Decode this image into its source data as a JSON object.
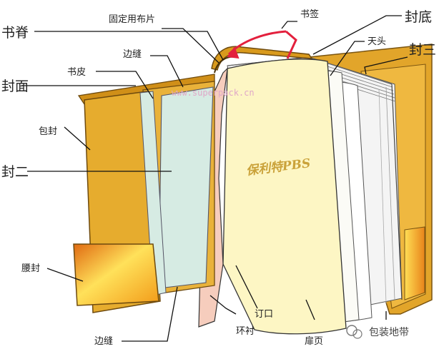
{
  "labels": {
    "spine": "书脊",
    "cloth_strip": "固定用布片",
    "bookmark": "书签",
    "back_cover": "封底",
    "head": "天头",
    "cover3": "封三",
    "leather": "书皮",
    "edge_top": "边缝",
    "front_cover": "封面",
    "wrap": "包封",
    "cover2": "封二",
    "waist_band": "腰封",
    "edge_bottom": "边缝",
    "endpaper": "环衬",
    "binding": "订口",
    "flyleaf": "扉页"
  },
  "watermark": "www.superpack.cn",
  "brand": "保利特PBS",
  "footer_watermark": "包装地带",
  "colors": {
    "cover_gold": "#e6ac2e",
    "cover_dark": "#b27a14",
    "inner_green": "#d6ebe3",
    "endpaper_pink": "#f6cdbd",
    "flyleaf_cream": "#fdf6c4",
    "bookmark_red": "#e3203d",
    "band_orange": "#f39a1a"
  }
}
